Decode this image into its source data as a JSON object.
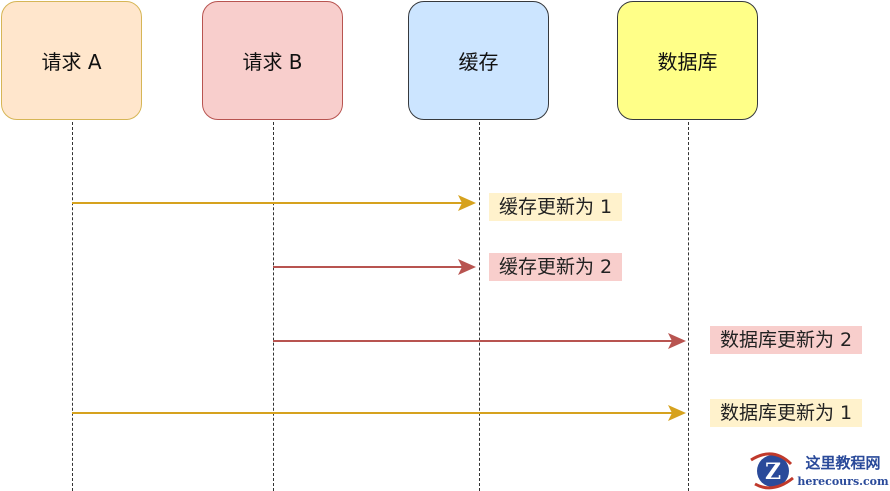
{
  "participants": [
    {
      "label": "请求 A",
      "fill": "#ffe6cc",
      "stroke": "#d6b656"
    },
    {
      "label": "请求 B",
      "fill": "#f8cecc",
      "stroke": "#b85450"
    },
    {
      "label": "缓存",
      "fill": "#cce5ff",
      "stroke": "#36393d"
    },
    {
      "label": "数据库",
      "fill": "#ffff88",
      "stroke": "#36393d"
    }
  ],
  "messages": [
    {
      "from": "请求 A",
      "to": "缓存",
      "label": "缓存更新为 1",
      "color": "#d6a21e",
      "label_bg": "#fff2cc"
    },
    {
      "from": "请求 B",
      "to": "缓存",
      "label": "缓存更新为 2",
      "color": "#b85450",
      "label_bg": "#f8cecc"
    },
    {
      "from": "请求 B",
      "to": "数据库",
      "label": "数据库更新为 2",
      "color": "#b85450",
      "label_bg": "#f8cecc"
    },
    {
      "from": "请求 A",
      "to": "数据库",
      "label": "数据库更新为 1",
      "color": "#d6a21e",
      "label_bg": "#fff2cc"
    }
  ],
  "watermark": {
    "title": "这里教程网",
    "subtitle": "herecours.com"
  }
}
